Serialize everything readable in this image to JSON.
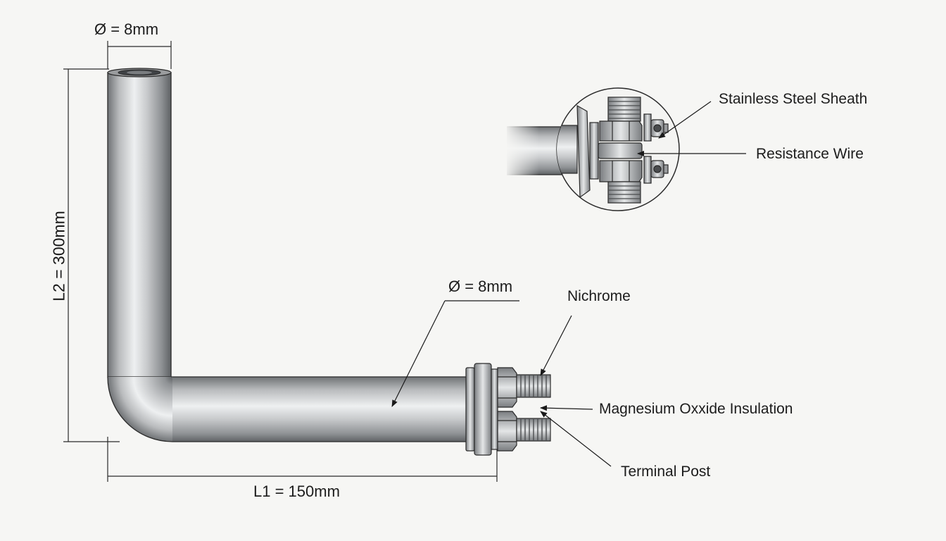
{
  "dimensions": {
    "top_diameter": "Ø = 8mm",
    "side_diameter": "Ø = 8mm",
    "vertical_length": "L2 = 300mm",
    "horizontal_length": "L1 = 150mm"
  },
  "callouts": {
    "nichrome": "Nichrome",
    "insulation": "Magnesium Oxxide Insulation",
    "terminal_post": "Terminal Post",
    "sheath": "Stainless Steel Sheath",
    "resistance_wire": "Resistance Wire"
  },
  "colors": {
    "background": "#f6f6f4",
    "tube_light": "#e8e9ea",
    "tube_mid": "#b9bbbd",
    "tube_dark": "#6f7275",
    "outline": "#2a2a2a"
  }
}
